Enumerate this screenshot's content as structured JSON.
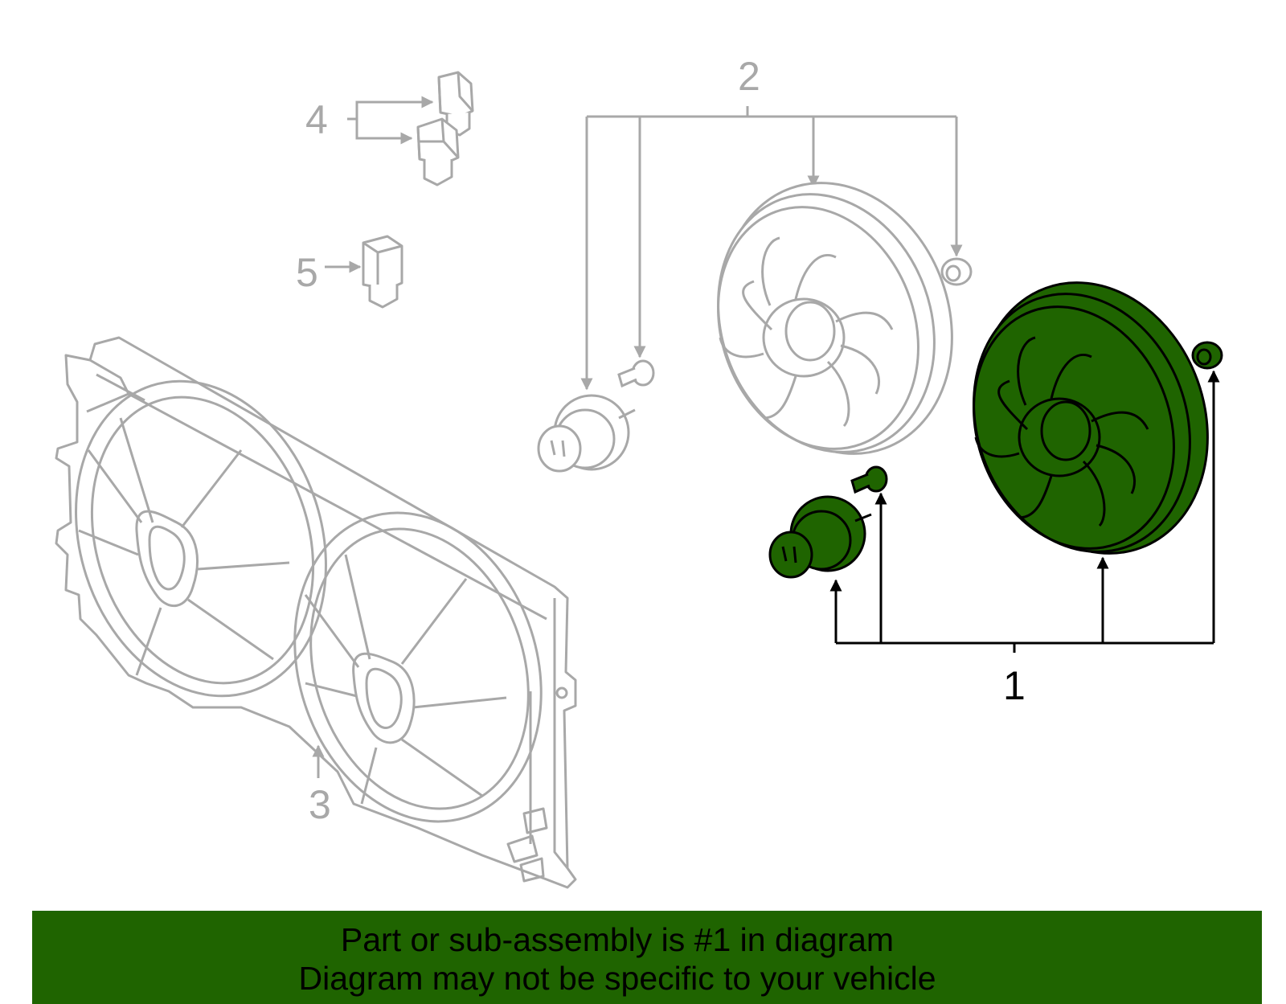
{
  "callouts": {
    "one": "1",
    "two": "2",
    "three": "3",
    "four": "4",
    "five": "5"
  },
  "banner": {
    "line1": "Part or sub-assembly is #1 in diagram",
    "line2": "Diagram may not be specific to your vehicle"
  },
  "colors": {
    "highlight": "#1f6400",
    "ghost": "#a8a8a8",
    "outline": "#000000",
    "banner_bg": "#1f6400"
  },
  "parts": [
    {
      "id": "fan-motor-assembly",
      "callout": "1",
      "highlighted": true
    },
    {
      "id": "fan-and-motor-components",
      "callout": "2",
      "highlighted": false
    },
    {
      "id": "fan-shroud",
      "callout": "3",
      "highlighted": false
    },
    {
      "id": "relays",
      "callout": "4",
      "highlighted": false
    },
    {
      "id": "relay",
      "callout": "5",
      "highlighted": false
    }
  ]
}
